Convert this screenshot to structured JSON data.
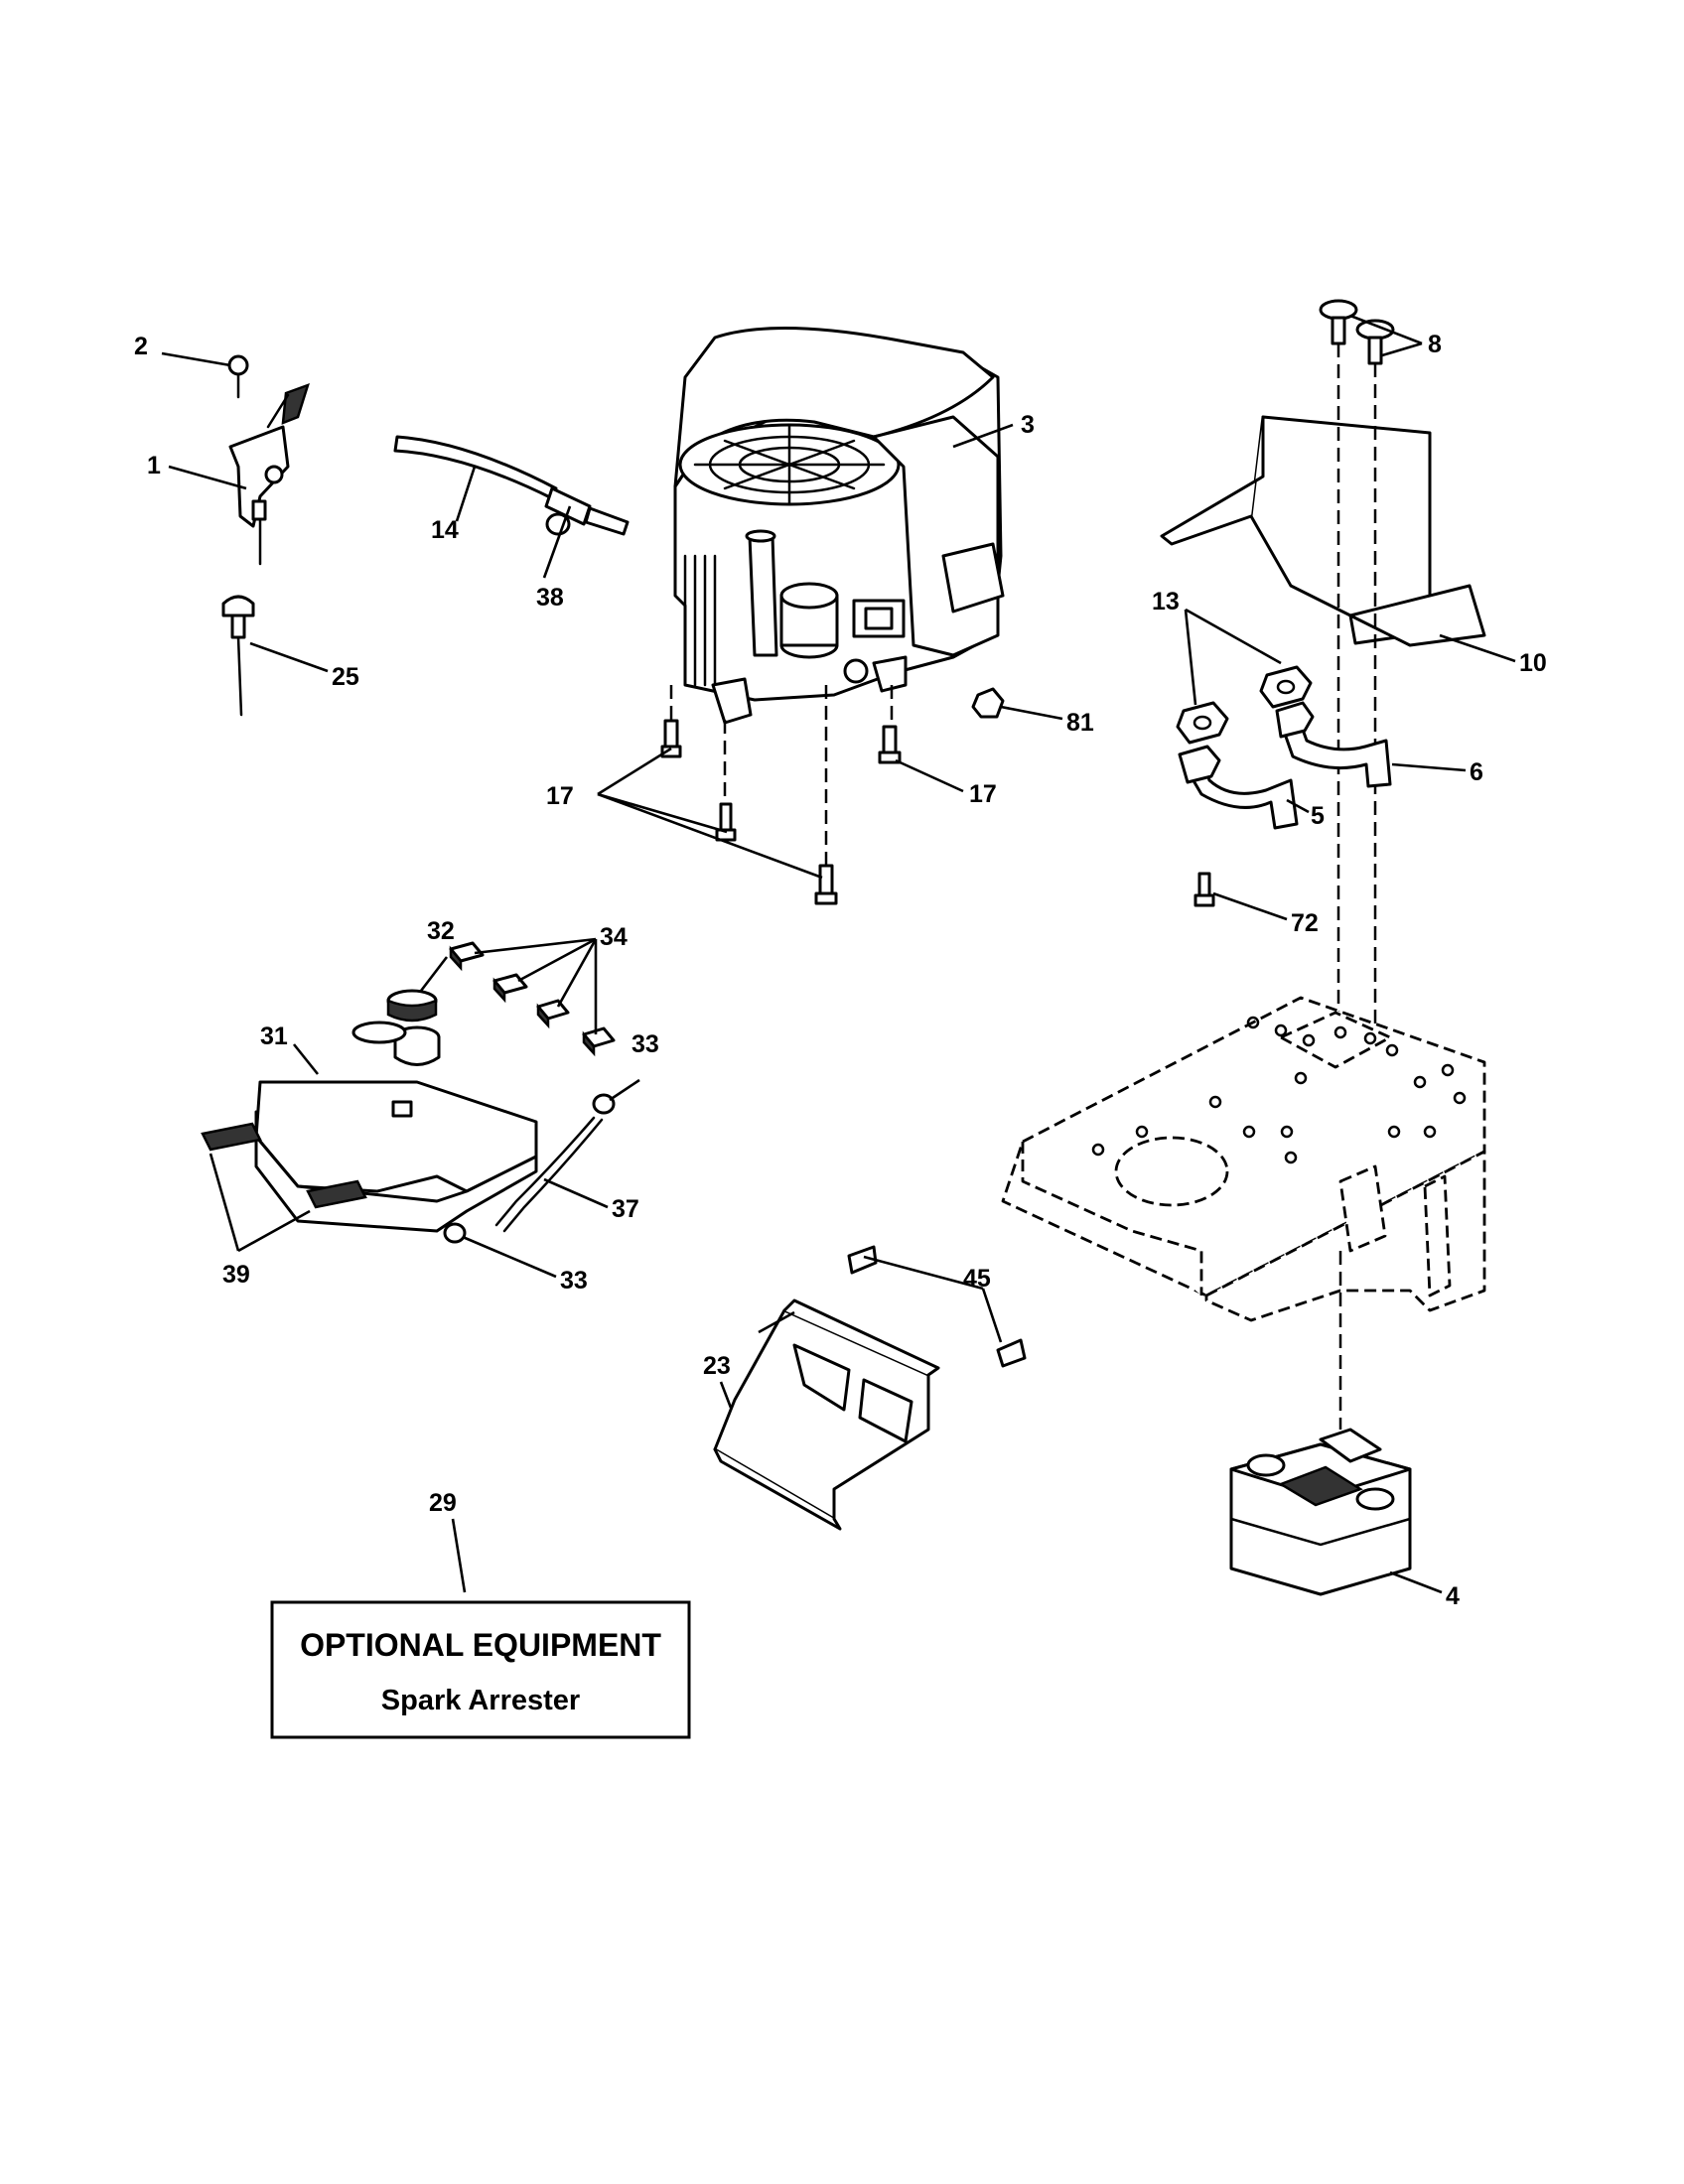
{
  "callouts": {
    "c1": "1",
    "c2": "2",
    "c3": "3",
    "c4": "4",
    "c5": "5",
    "c6": "6",
    "c8": "8",
    "c10": "10",
    "c13": "13",
    "c14": "14",
    "c17a": "17",
    "c17b": "17",
    "c23": "23",
    "c25": "25",
    "c29": "29",
    "c31": "31",
    "c32": "32",
    "c33a": "33",
    "c33b": "33",
    "c34": "34",
    "c37": "37",
    "c38": "38",
    "c39": "39",
    "c45": "45",
    "c72": "72",
    "c81": "81"
  },
  "optional_box": {
    "title": "OPTIONAL EQUIPMENT",
    "subtitle": "Spark Arrester"
  }
}
